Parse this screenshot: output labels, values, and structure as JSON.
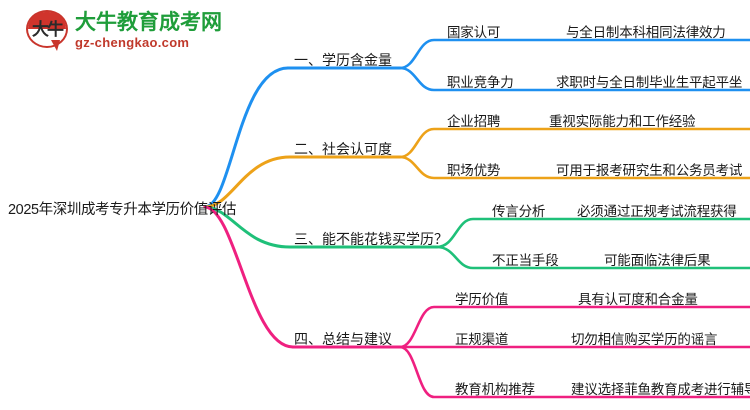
{
  "logo": {
    "mark_text": "大牛",
    "title": "大牛教育成考网",
    "subtitle": "gz-chengkao.com",
    "title_color": "#1f9d3a",
    "subtitle_color": "#c0392b",
    "mark_color": "#d0342c"
  },
  "mindmap": {
    "root": {
      "label": "2025年深圳成考专升本学历价值评估"
    },
    "branches": [
      {
        "id": "branch-1",
        "label": "一、学历含金量",
        "color": "#1e90f0",
        "leaves": [
          {
            "key": "国家认可",
            "value": "与全日制本科相同法律效力"
          },
          {
            "key": "职业竞争力",
            "value": "求职时与全日制毕业生平起平坐"
          }
        ]
      },
      {
        "id": "branch-2",
        "label": "二、社会认可度",
        "color": "#eda219",
        "leaves": [
          {
            "key": "企业招聘",
            "value": "重视实际能力和工作经验"
          },
          {
            "key": "职场优势",
            "value": "可用于报考研究生和公务员考试"
          }
        ]
      },
      {
        "id": "branch-3",
        "label": "三、能不能花钱买学历？",
        "color": "#1fc079",
        "leaves": [
          {
            "key": "传言分析",
            "value": "必须通过正规考试流程获得"
          },
          {
            "key": "不正当手段",
            "value": "可能面临法律后果"
          }
        ]
      },
      {
        "id": "branch-4",
        "label": "四、总结与建议",
        "color": "#ef2080",
        "leaves": [
          {
            "key": "学历价值",
            "value": "具有认可度和合金量"
          },
          {
            "key": "正规渠道",
            "value": "切勿相信购买学历的谣言"
          },
          {
            "key": "教育机构推荐",
            "value": "建议选择菲鱼教育成考进行辅导"
          }
        ]
      }
    ]
  }
}
